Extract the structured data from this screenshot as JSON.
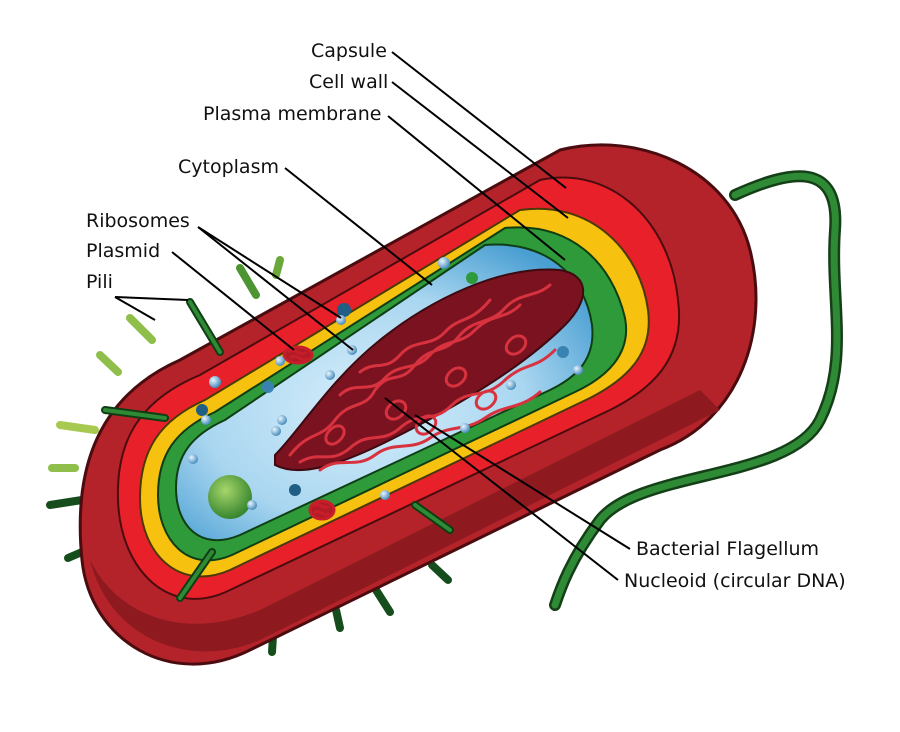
{
  "labels": {
    "capsule": "Capsule",
    "cell_wall": "Cell wall",
    "plasma_membrane": "Plasma membrane",
    "cytoplasm": "Cytoplasm",
    "ribosomes": "Ribosomes",
    "plasmid": "Plasmid",
    "pili": "Pili",
    "flagellum": "Bacterial Flagellum",
    "nucleoid": "Nucleoid (circular DNA)"
  },
  "colors": {
    "capsule": "#b5232a",
    "capsule_dark": "#8e1a1f",
    "cell_wall": "#e8202a",
    "membrane_yellow": "#f6c20f",
    "membrane_green": "#2f9a3a",
    "cytoplasm": "#a9d6f0",
    "nucleoid": "#a61d2b",
    "pili": "#1f6f2a",
    "flagellum": "#1e6a24",
    "ribosome": "#3f86b8",
    "leader": "#000000"
  },
  "icons": {
    "cell": "bacterial-cell-icon"
  }
}
